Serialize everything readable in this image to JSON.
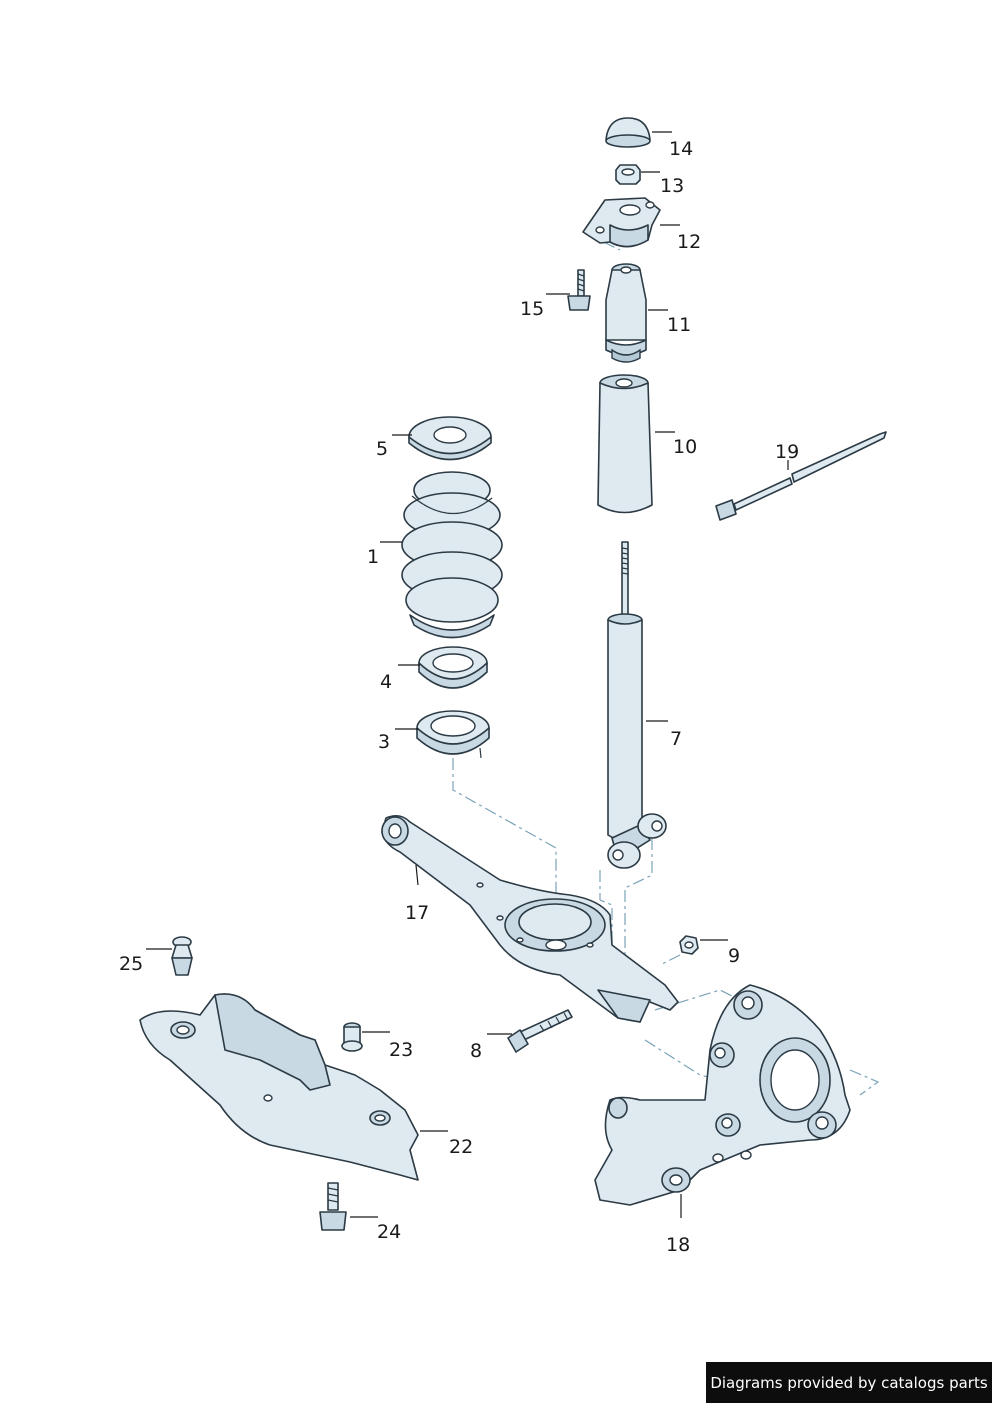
{
  "labels": {
    "l1": "1",
    "l3": "3",
    "l4": "4",
    "l5": "5",
    "l7": "7",
    "l8": "8",
    "l9": "9",
    "l10": "10",
    "l11": "11",
    "l12": "12",
    "l13": "13",
    "l14": "14",
    "l15": "15",
    "l17": "17",
    "l18": "18",
    "l19": "19",
    "l22": "22",
    "l23": "23",
    "l24": "24",
    "l25": "25"
  },
  "footer": {
    "text": "Diagrams provided by catalogs parts"
  },
  "colors": {
    "part_fill": "#dfeaf0",
    "part_shade": "#c8d9e3",
    "outline": "#2b3a44",
    "footer_bg": "#0d0d0d"
  }
}
